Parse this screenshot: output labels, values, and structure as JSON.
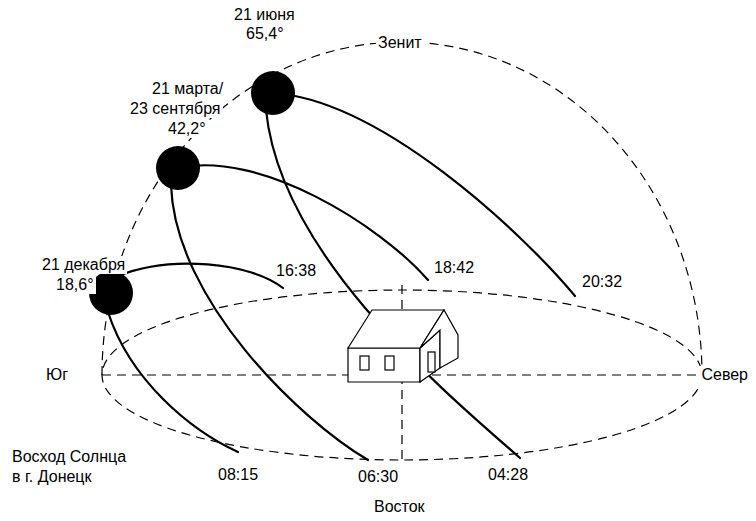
{
  "diagram": {
    "labels": [
      "Зенит",
      "21 июня",
      "65,4°",
      "21 марта/",
      "23 сентября",
      "42,2°",
      "21 декабря",
      "18,6°",
      "16:38",
      "18:42",
      "20:32",
      "Юг",
      "Север",
      "Восток",
      "Восход Солнца",
      "в г. Донецк",
      "08:15",
      "06:30",
      "04:28"
    ]
  }
}
